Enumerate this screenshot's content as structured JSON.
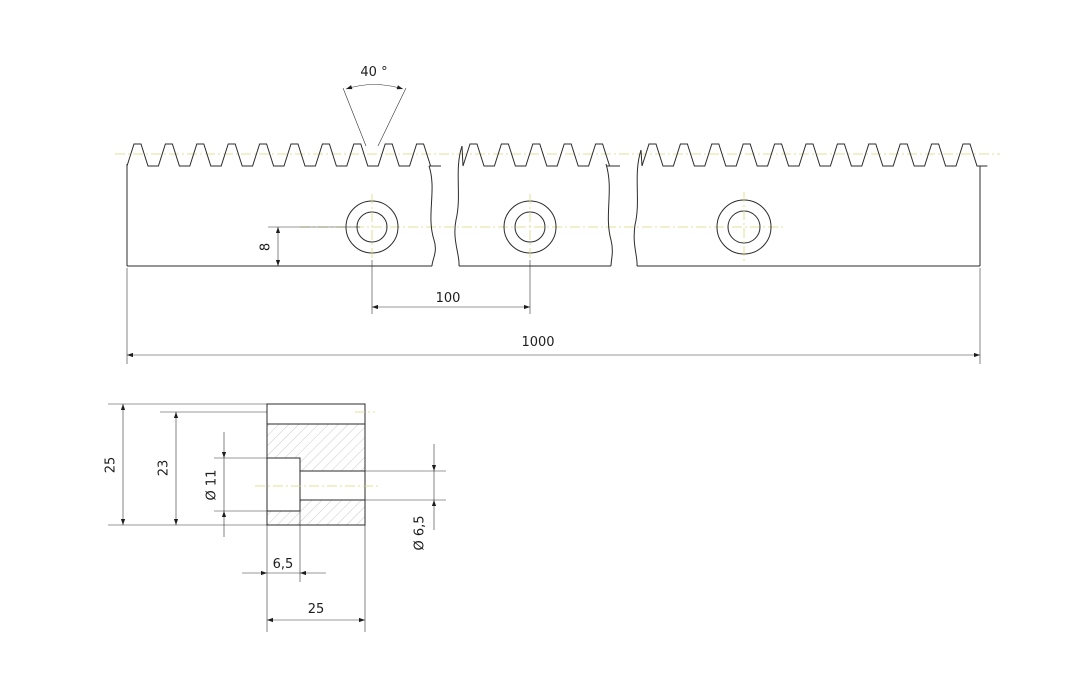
{
  "drawing": {
    "dimensions": {
      "tooth_angle": "40 °",
      "height_to_hole": "8",
      "hole_pitch": "100",
      "total_length": "1000",
      "section_height_total": "25",
      "section_height_pitch": "23",
      "counterbore_diameter": "Ø 11",
      "hole_diameter": "Ø 6,5",
      "counterbore_depth": "6,5",
      "section_width": "25"
    },
    "colors": {
      "outline": "#2b2b2b",
      "centerline": "#d8d87a",
      "hatch": "#9a9a9a"
    }
  }
}
